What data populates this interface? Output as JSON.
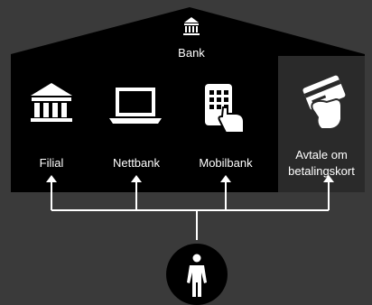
{
  "bank": {
    "title": "Bank",
    "icon": "bank-icon"
  },
  "channels": [
    {
      "label": "Filial",
      "icon": "bank-building-icon"
    },
    {
      "label": "Nettbank",
      "icon": "laptop-icon"
    },
    {
      "label": "Mobilbank",
      "icon": "mobile-phone-tap-icon"
    }
  ],
  "external": {
    "label_line1": "Avtale om",
    "label_line2": "betalingskort",
    "icon": "card-in-hand-icon"
  },
  "user": {
    "icon": "person-icon"
  },
  "colors": {
    "background": "#3a3a3a",
    "bank_fill": "#000000",
    "external_fill": "#2a2a2a",
    "foreground": "#ffffff"
  }
}
